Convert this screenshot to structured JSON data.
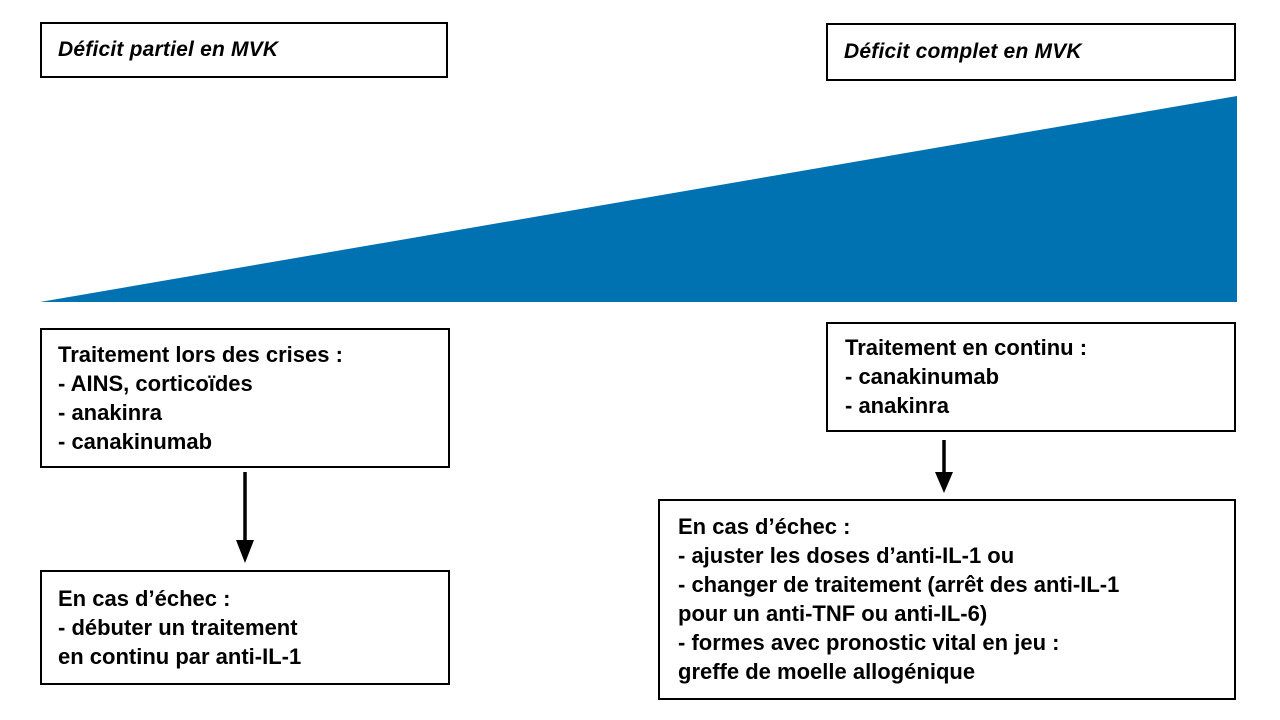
{
  "diagram": {
    "accent_color": "#0072B2",
    "headers": {
      "partial": "Déficit partiel en MVK",
      "complete": "Déficit complet en MVK"
    },
    "left": {
      "treatment": {
        "title": "Traitement lors des crises :",
        "items": [
          "- AINS, corticoïdes",
          "- anakinra",
          "- canakinumab"
        ]
      },
      "failure": {
        "title": "En cas d’échec :",
        "lines": [
          "- débuter un traitement",
          "en continu par anti-IL-1"
        ]
      }
    },
    "right": {
      "treatment": {
        "title": "Traitement en continu :",
        "items": [
          "- canakinumab",
          "- anakinra"
        ]
      },
      "failure": {
        "title": "En cas d’échec :",
        "lines": [
          "- ajuster les doses d’anti-IL-1 ou",
          "- changer de traitement (arrêt des anti-IL-1",
          "pour un anti-TNF ou anti-IL-6)",
          "- formes avec pronostic vital en jeu :",
          "greffe de moelle allogénique"
        ]
      }
    }
  }
}
